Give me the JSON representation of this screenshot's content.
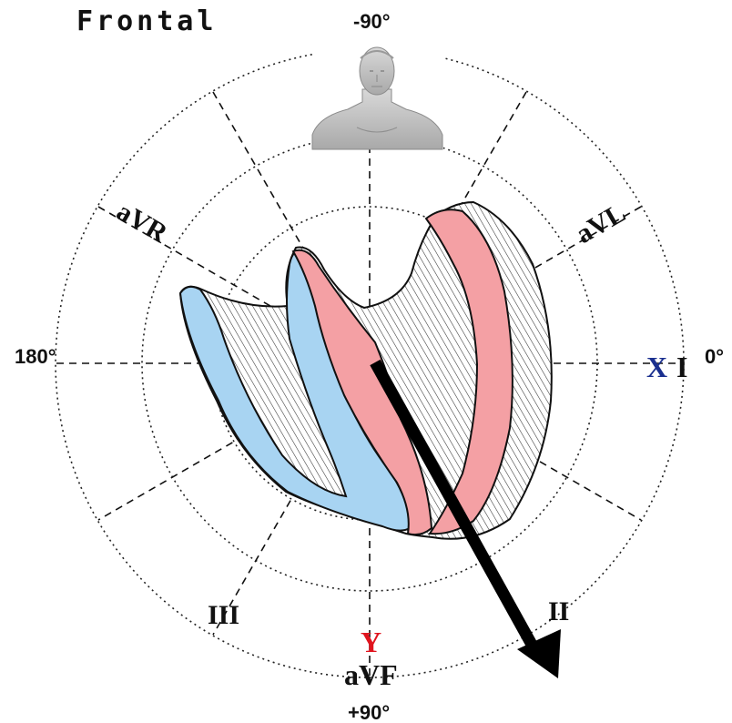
{
  "title": "Frontal",
  "angles": {
    "top": "-90°",
    "left": "180°",
    "right": "0°",
    "bottom": "+90°"
  },
  "leads": {
    "avr": "aVR",
    "avl": "aVL",
    "i": "I",
    "ii": "II",
    "iii": "III",
    "avf": "aVF"
  },
  "axes": {
    "x": "X",
    "y": "Y"
  },
  "colors": {
    "x_axis": "#1a2f8f",
    "y_axis": "#e0141e",
    "ventricle_left": "#f4a0a4",
    "ventricle_right": "#a8d4f2",
    "arrow": "#000000"
  },
  "icons": {
    "figure": "human-bust-icon",
    "arrow": "heart-axis-arrow"
  }
}
